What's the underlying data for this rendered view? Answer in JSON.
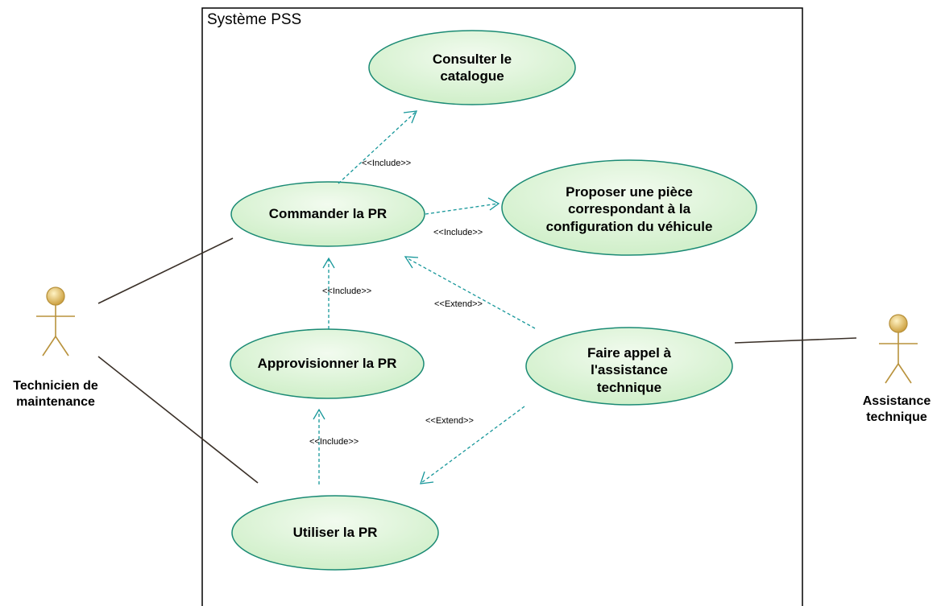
{
  "system": {
    "title": "Système PSS"
  },
  "actors": {
    "technicien": {
      "label": "Technicien de maintenance"
    },
    "assistance": {
      "label": "Assistance technique"
    }
  },
  "use_cases": {
    "consulter": {
      "label": "Consulter le catalogue"
    },
    "proposer": {
      "label": "Proposer une pièce correspondant à la configuration du véhicule"
    },
    "commander": {
      "label": "Commander la PR"
    },
    "approvisionner": {
      "label": "Approvisionner la PR"
    },
    "faire_appel": {
      "label": "Faire appel à l'assistance technique"
    },
    "utiliser": {
      "label": "Utiliser la PR"
    }
  },
  "relationships": {
    "commander_consulter": "<<Include>>",
    "commander_proposer": "<<Include>>",
    "approvisionner_commander": "<<Include>>",
    "faire_appel_commander": "<<Extend>>",
    "faire_appel_utiliser": "<<Extend>>",
    "utiliser_approvisionner": "<<Include>>"
  },
  "colors": {
    "usecase_fill": "#d9f1d3",
    "usecase_stroke": "#1a8a74",
    "dependency": "#17979a",
    "actor_head": "#d8b55a",
    "actor_stroke": "#b8923c",
    "association": "#3a3028"
  }
}
